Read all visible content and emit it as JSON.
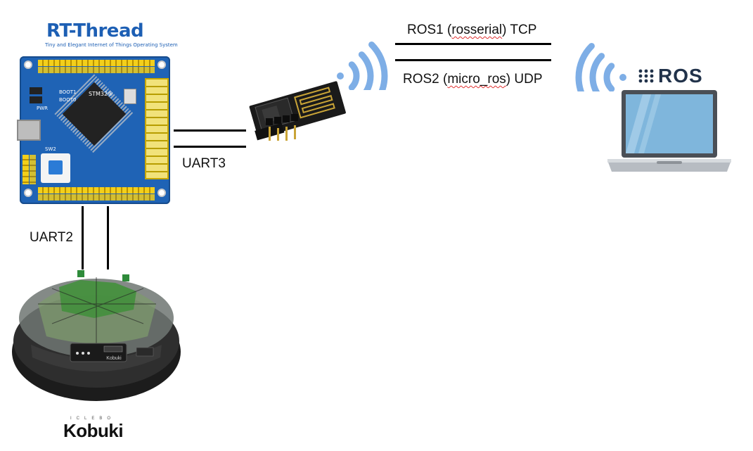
{
  "rt_thread": {
    "title": "RT-Thread",
    "subtitle": "Tiny and Elegant Internet of Things Operating System"
  },
  "board": {
    "label": "STM32®",
    "pin_labels": [
      "BOOT1",
      "BOOT0",
      "PWR",
      "SW2"
    ]
  },
  "links": {
    "uart3": "UART3",
    "uart2": "UART2",
    "ros1_prefix": "ROS1 (",
    "ros1_word": "rosserial",
    "ros1_suffix": ") TCP",
    "ros2_prefix": "ROS2 (",
    "ros2_word": "micro_ros",
    "ros2_suffix": ") UDP"
  },
  "ros": {
    "logo_text": "ROS"
  },
  "robot": {
    "brand_small": "ICLEBO",
    "brand": "Kobuki",
    "panel_text": "Kobuki"
  },
  "colors": {
    "wifi": "#7eaee6",
    "rt_blue": "#1d5fb4",
    "board_blue": "#1f63b5",
    "pin_yellow": "#f3cf1b",
    "ros_dark": "#21324a",
    "screen_blue": "#7fb6dc"
  },
  "icons": [
    "wifi-icon",
    "wifi-icon",
    "laptop-icon",
    "esp8266-module-icon",
    "stm32-board-icon",
    "kobuki-robot-icon",
    "ros-logo-icon"
  ]
}
